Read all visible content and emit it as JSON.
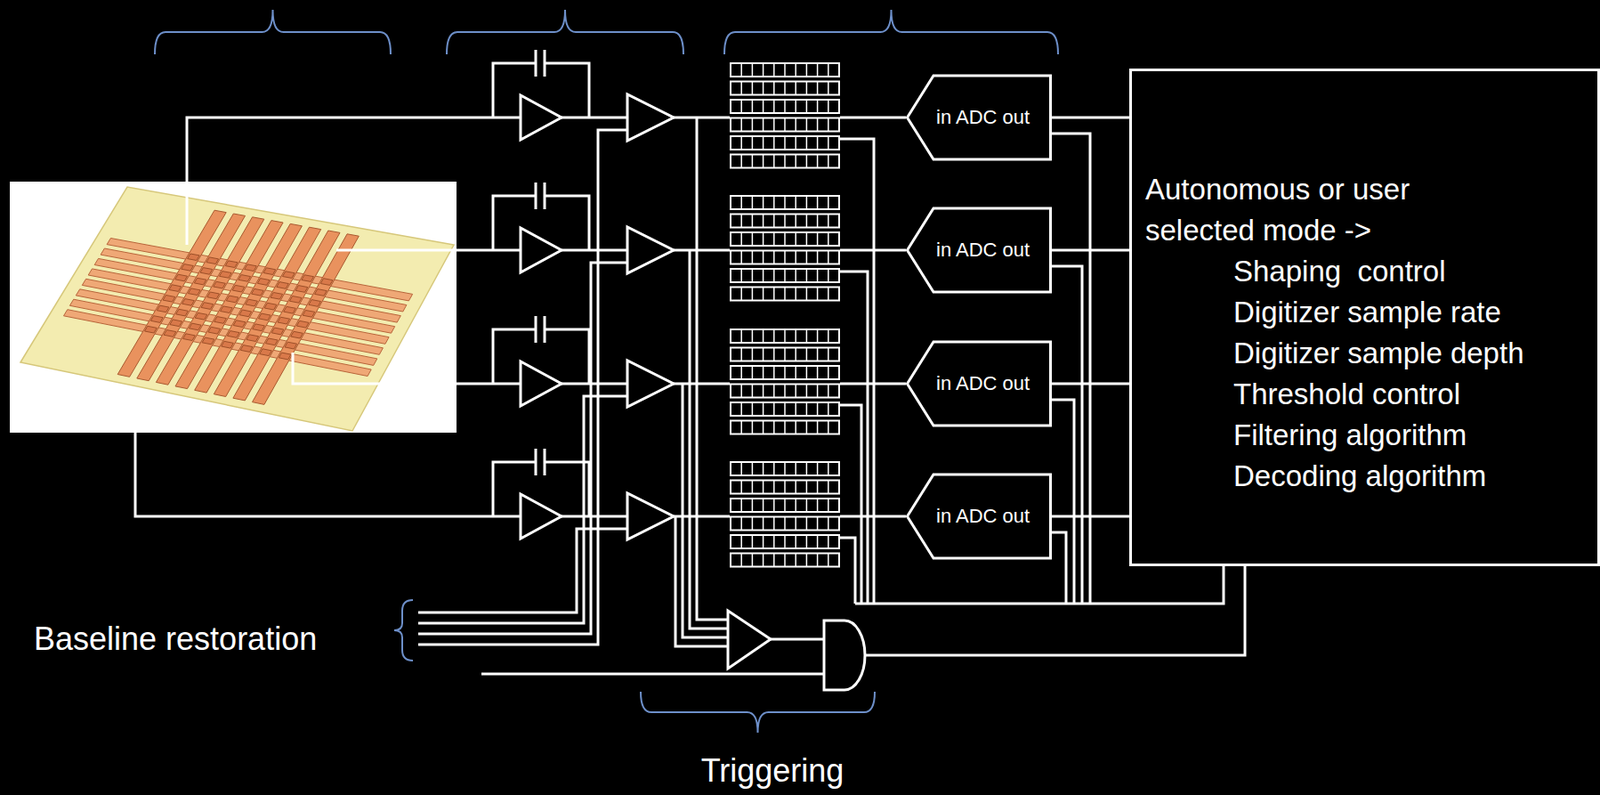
{
  "diagram": {
    "nodes": [
      {
        "text": [
          "in ADC out"
        ]
      },
      {
        "text": [
          "in ADC out"
        ]
      },
      {
        "text": [
          "in ADC out"
        ]
      },
      {
        "text": [
          "in ADC out"
        ]
      },
      {
        "text": [
          "Autonomous or user selected mode ->",
          "Shaping  control",
          "Digitizer sample rate",
          "Digitizer sample depth",
          "Threshold control",
          "Filtering algorithm",
          "Decoding algorithm"
        ]
      }
    ],
    "edges": [
      {
        "from": 0,
        "to": 4,
        "arrow": "none"
      },
      {
        "from": 1,
        "to": 4,
        "arrow": "none"
      },
      {
        "from": 2,
        "to": 4,
        "arrow": "none"
      },
      {
        "from": 3,
        "to": 4,
        "arrow": "none"
      }
    ],
    "labels": [
      "Baseline restoration",
      "Triggering"
    ]
  }
}
